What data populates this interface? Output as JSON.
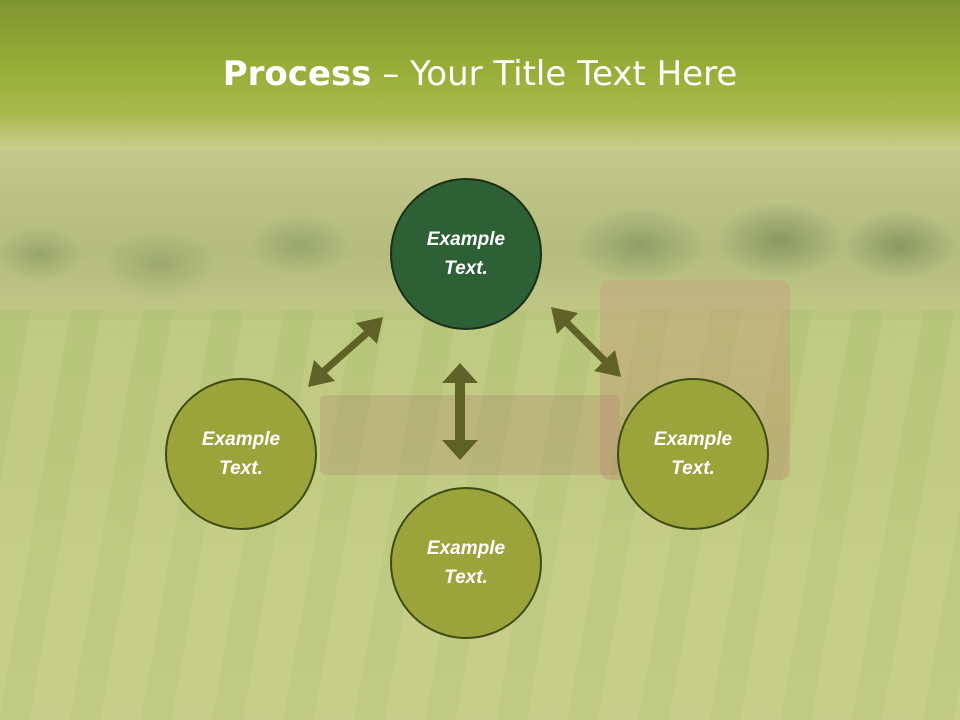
{
  "title": {
    "bold": "Process",
    "rest": " – Your Title Text Here"
  },
  "nodes": {
    "top": "Example\nText.",
    "left": "Example\nText.",
    "right": "Example\nText.",
    "bottom": "Example\nText."
  },
  "colors": {
    "title_band": "#97ad37",
    "center_node": "#2e6036",
    "outer_node": "#9ba43a",
    "arrow": "#5e6226",
    "node_border": "#3d4d12"
  },
  "icons": {
    "arrow": "double-headed-arrow"
  }
}
